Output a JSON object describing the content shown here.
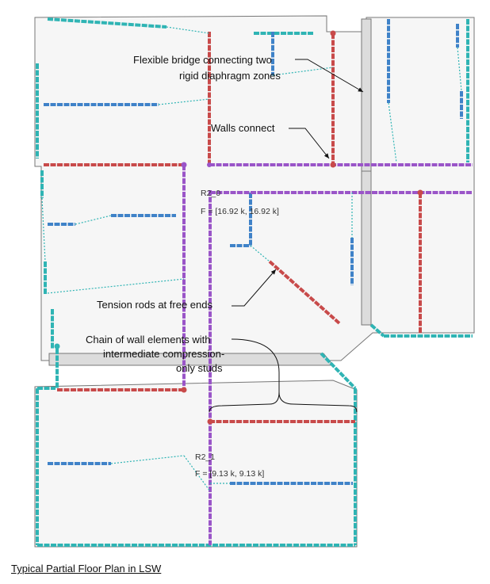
{
  "diagram": {
    "callouts": {
      "bridge_line1": "Flexible bridge connecting two",
      "bridge_line2": "rigid diaphragm zones",
      "walls_connect": "Walls connect",
      "tension_rods": "Tension rods at free ends",
      "chain_line1": "Chain of wall elements with",
      "chain_line2": "intermediate compression-",
      "chain_line3": "only studs"
    },
    "labels": [
      {
        "id": "R2_0",
        "tag": "R2_0",
        "force": "F = [16.92 k, 16.92 k]"
      },
      {
        "id": "R2_1",
        "tag": "R2_1",
        "force": "F = [9.13 k, 9.13 k]"
      }
    ],
    "wall_colors": {
      "cyan": "#2fb4b4",
      "blue": "#3f82c8",
      "red": "#c84a4a",
      "purple": "#9a55c8",
      "bridge_fill": "#dcdcdc",
      "floor_fill": "#f6f6f6"
    }
  },
  "caption": "Typical Partial Floor Plan in LSW"
}
